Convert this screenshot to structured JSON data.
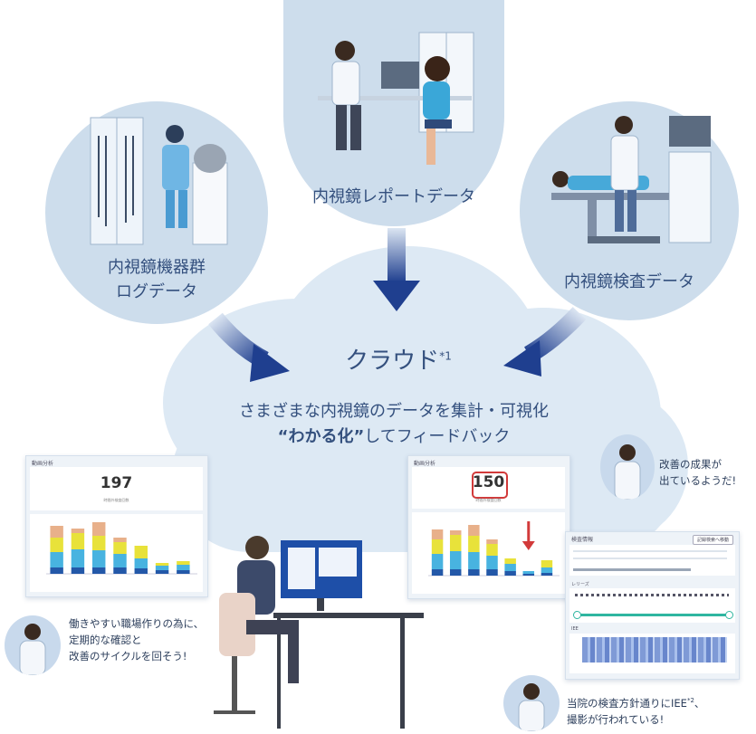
{
  "nodes": {
    "log": {
      "line1": "内視鏡機器群",
      "line2": "ログデータ"
    },
    "report": {
      "label": "内視鏡レポートデータ"
    },
    "exam": {
      "label": "内視鏡検査データ"
    }
  },
  "cloud": {
    "title": "クラウド",
    "title_mark": "*1",
    "line1": "さまざまな内視鏡のデータを集計・可視化",
    "line2_bold": "“わかる化”",
    "line2_rest": "してフィードバック"
  },
  "panel_left": {
    "header": "動画分析",
    "kpi_value": "197",
    "kpi_caption": "時間外検査回数"
  },
  "panel_mid": {
    "header": "動画分析",
    "kpi_value": "150",
    "kpi_caption": "時間外検査回数"
  },
  "panel_right": {
    "header": "検査情報",
    "button": "記録検索へ移動",
    "section2": "レリーズ",
    "section3": "IEE"
  },
  "bubbles": {
    "top_right": {
      "line1": "改善の成果が",
      "line2": "出ているようだ!"
    },
    "bottom_left": {
      "line1": "働きやすい職場作りの為に、",
      "line2": "定期的な確認と",
      "line3": "改善のサイクルを回そう!"
    },
    "bottom_right": {
      "line1": "当院の検査方針通りにIEE",
      "mark": "*2",
      "line1_end": "、",
      "line2": "撮影が行われている!"
    }
  },
  "colors": {
    "circle": "#cdddec",
    "cloud": "#dde9f4",
    "arrow": "#1f3f8f",
    "text": "#34507e",
    "bar_dark": "#2358a8",
    "bar_mid": "#48b3e0",
    "bar_yellow": "#e8e23a",
    "bar_top": "#e8b08a",
    "kpi_red": "#d23a3a"
  }
}
